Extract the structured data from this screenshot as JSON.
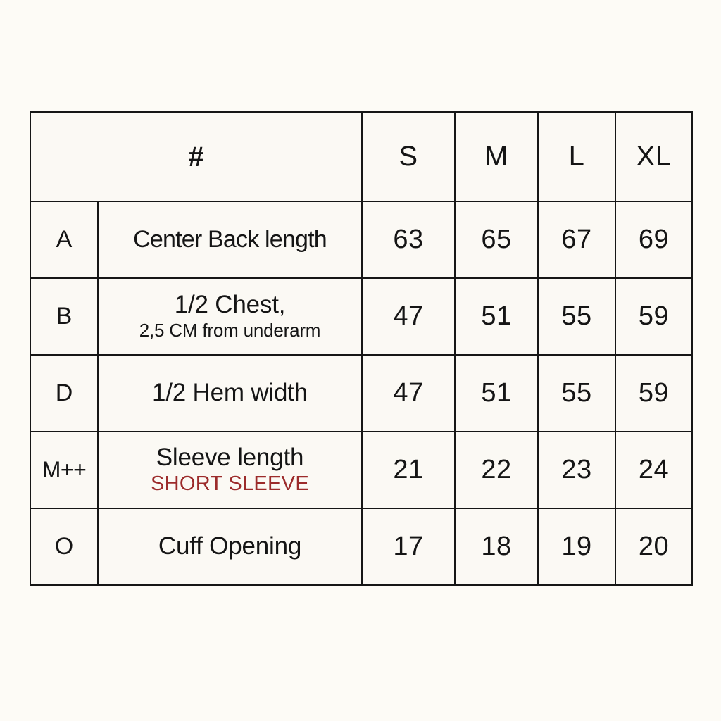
{
  "table": {
    "header": {
      "code_symbol": "#",
      "description_label": "",
      "sizes": [
        "S",
        "M",
        "L",
        "XL"
      ]
    },
    "rows": [
      {
        "code": "A",
        "description": "Center Back length",
        "description_sub": "",
        "description_sub_color": "",
        "values": [
          "63",
          "65",
          "67",
          "69"
        ]
      },
      {
        "code": "B",
        "description": "1/2 Chest,",
        "description_sub": "2,5 CM from underarm",
        "description_sub_color": "#151515",
        "values": [
          "47",
          "51",
          "55",
          "59"
        ]
      },
      {
        "code": "D",
        "description": "1/2 Hem width",
        "description_sub": "",
        "description_sub_color": "",
        "values": [
          "47",
          "51",
          "55",
          "59"
        ]
      },
      {
        "code": "M++",
        "description": "Sleeve length",
        "description_sub": "SHORT SLEEVE",
        "description_sub_color": "#9c2b2b",
        "values": [
          "21",
          "22",
          "23",
          "24"
        ]
      },
      {
        "code": "O",
        "description": "Cuff Opening",
        "description_sub": "",
        "description_sub_color": "",
        "values": [
          "17",
          "18",
          "19",
          "20"
        ]
      }
    ]
  },
  "colors": {
    "page_background": "#fdfbf6",
    "cell_background": "#fbf9f4",
    "border": "#161616",
    "text": "#151515",
    "accent_red": "#9c2b2b"
  }
}
